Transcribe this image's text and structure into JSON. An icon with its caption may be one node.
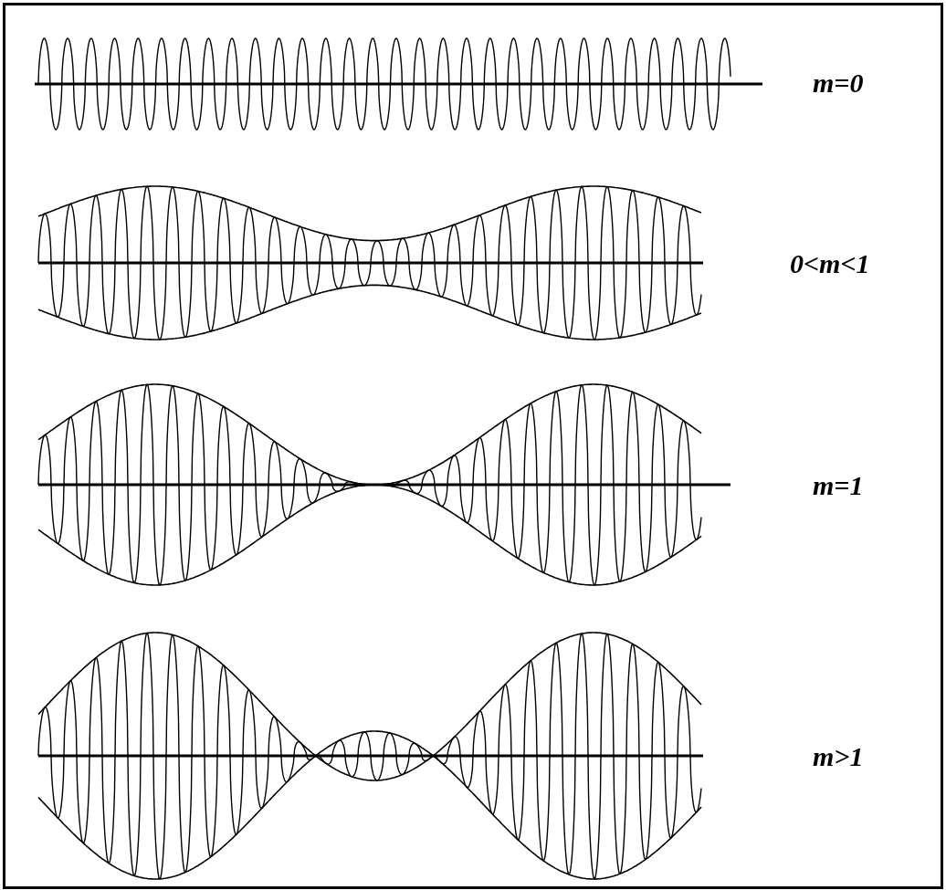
{
  "diagram": {
    "labels": [
      "m=0",
      "0<m<1",
      "m=1",
      "m>1"
    ]
  }
}
